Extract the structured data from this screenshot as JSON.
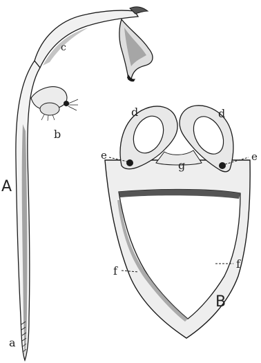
{
  "labels": {
    "A": "A",
    "B": "B",
    "a": "a",
    "b": "b",
    "c": "c",
    "d_left": "d",
    "d_right": "d",
    "e_left": "e",
    "e_right": "e",
    "f_left": "f",
    "f_right": "f",
    "g": "g"
  },
  "colors": {
    "ink": "#1a1a1a",
    "shade": "#9a9a9a",
    "light_shade": "#cfcfcf",
    "paper": "#ffffff"
  }
}
